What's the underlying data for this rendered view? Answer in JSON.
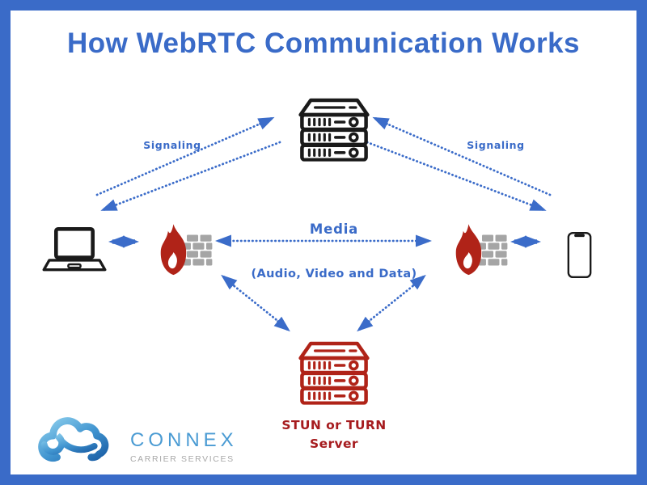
{
  "title": "How WebRTC Communication Works",
  "labels": {
    "signaling_left": "Signaling",
    "signaling_right": "Signaling",
    "media": "Media",
    "media_detail": "(Audio, Video and Data)",
    "stun_line1": "STUN or TURN",
    "stun_line2": "Server"
  },
  "logo": {
    "name": "CONNEX",
    "tagline": "CARRIER SERVICES"
  },
  "icons": {
    "top_center": "signaling-server-stack-icon",
    "bottom_center": "stun-turn-server-stack-icon",
    "left_endpoint": "laptop-icon",
    "right_endpoint": "smartphone-icon",
    "left_middle": "firewall-flame-brick-icon",
    "right_middle": "firewall-flame-brick-icon",
    "logo_mark": "cloud-logo-icon"
  },
  "colors": {
    "border_blue": "#3a6bc8",
    "title_blue": "#3a6bc8",
    "arrow_blue": "#3b6cc9",
    "icon_black": "#1a1a1a",
    "alert_red": "#b02318",
    "stun_text_red": "#a61b1e",
    "brick_gray": "#a5a5a5",
    "logo_blue": "#4a9bd3",
    "logo_gray": "#a8a8a8",
    "background": "#ffffff"
  }
}
